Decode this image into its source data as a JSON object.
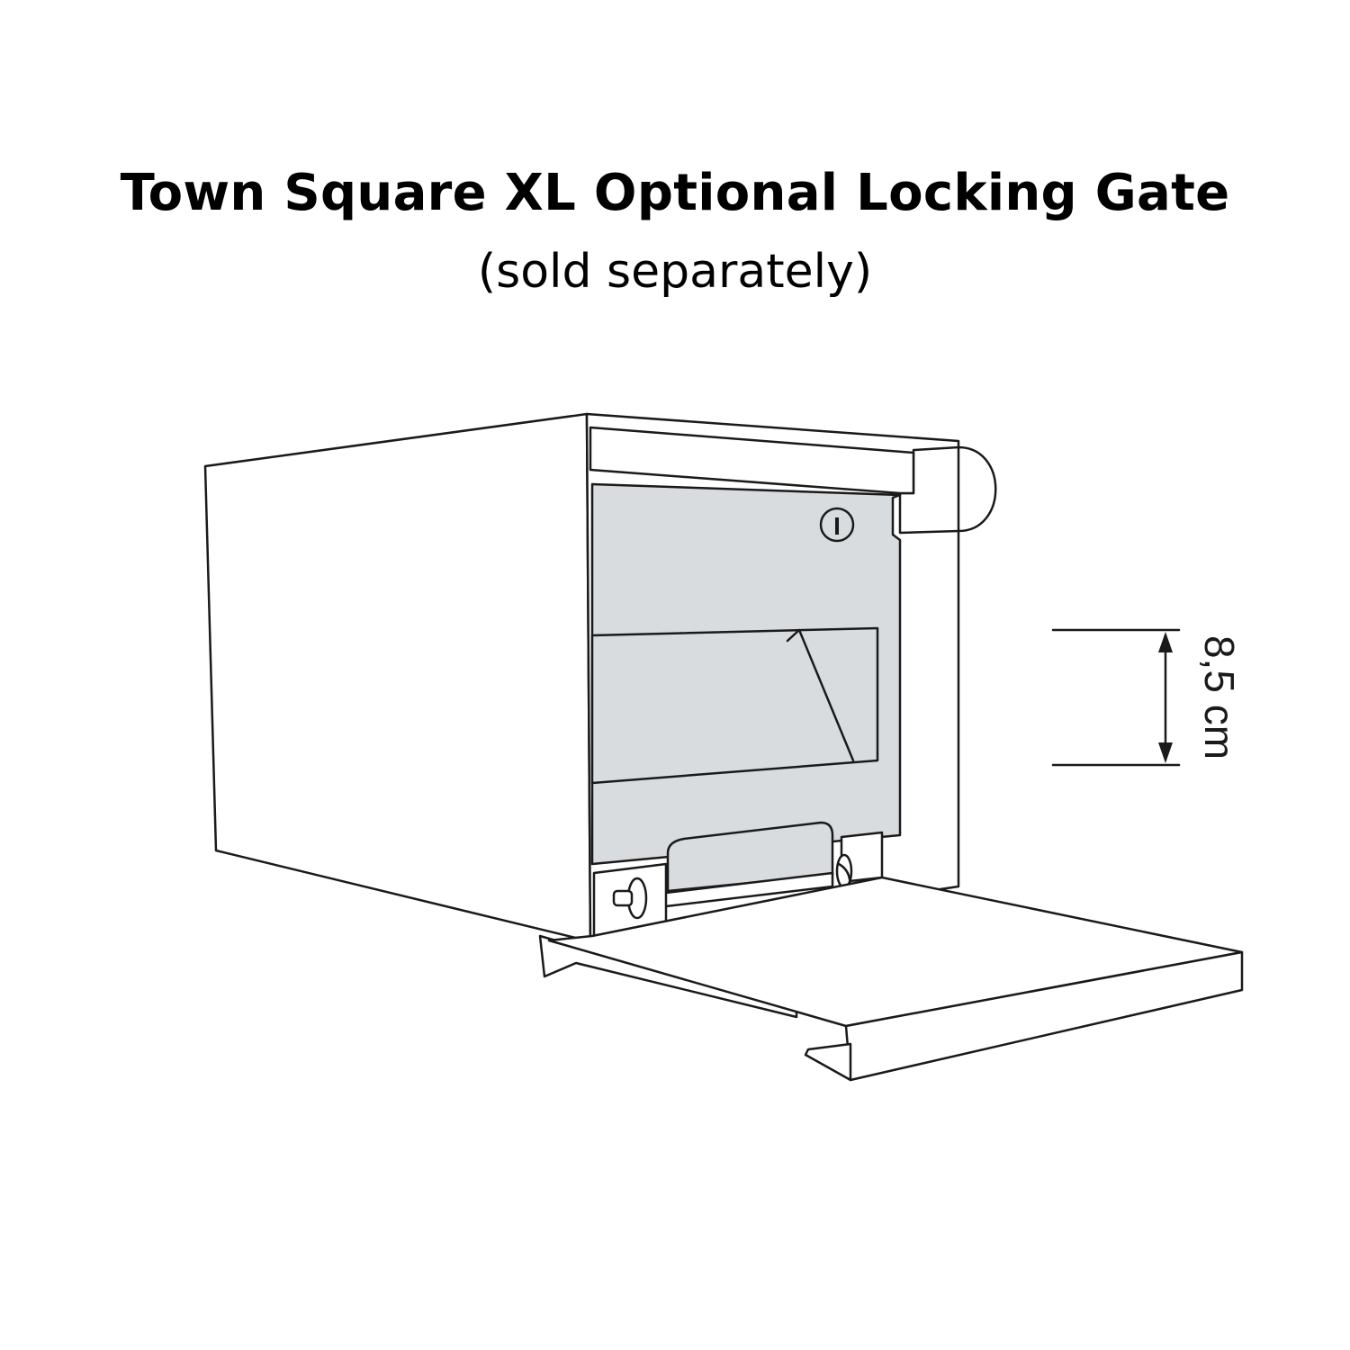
{
  "title": "Town Square XL Optional Locking Gate",
  "subtitle": "(sold separately)",
  "dimension": {
    "label": "8,5 cm",
    "value": 8.5,
    "unit": "cm"
  },
  "colors": {
    "panel": "#d9dcdf",
    "line": "#1a1a1a"
  }
}
